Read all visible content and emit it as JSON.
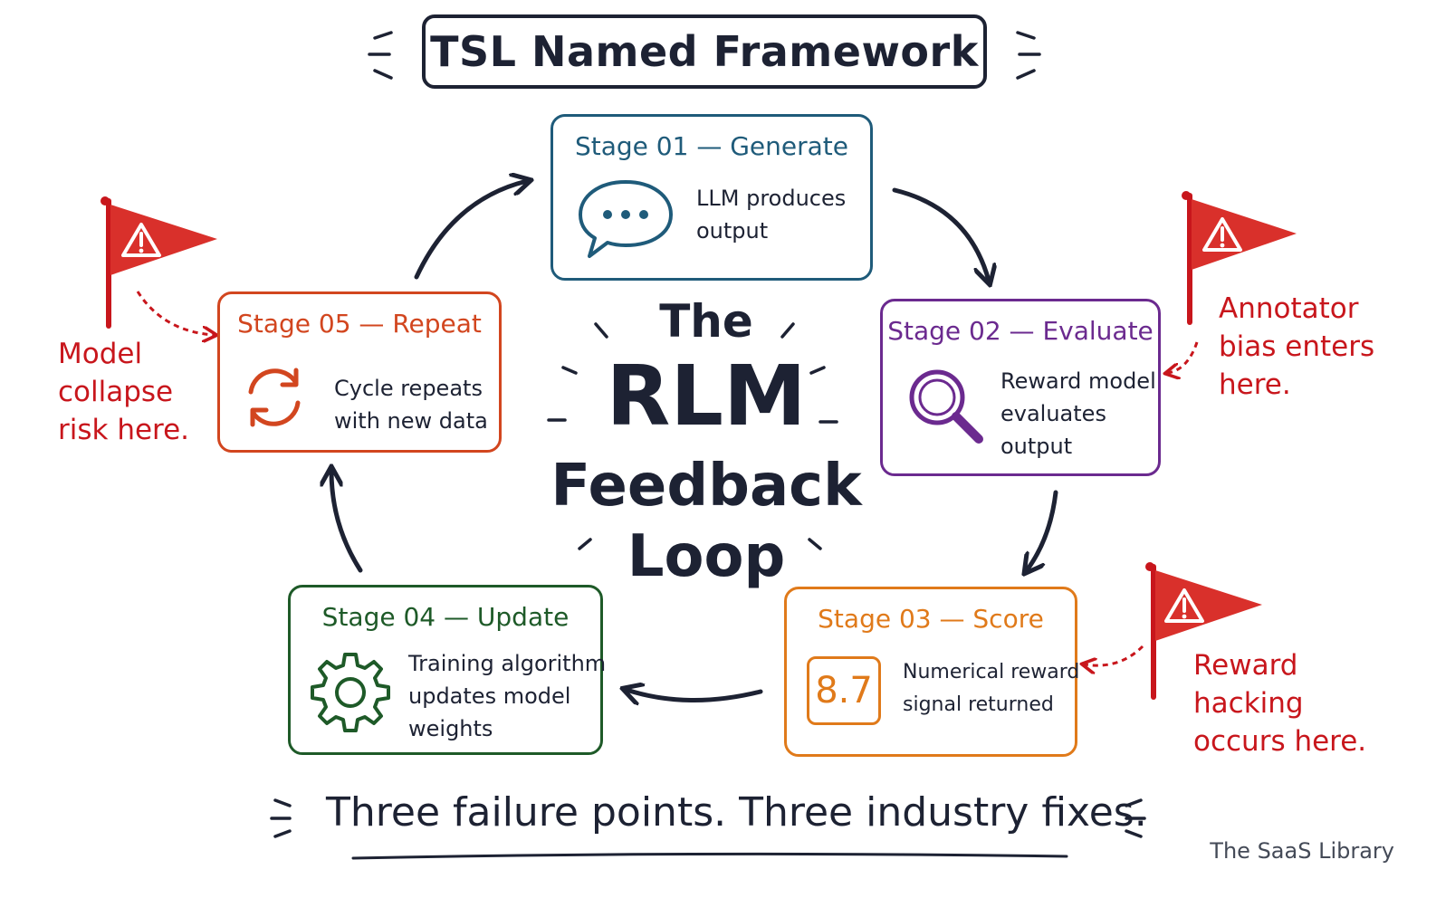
{
  "header": {
    "title": "TSL Named Framework"
  },
  "center": {
    "line1": "The",
    "line2": "RLM",
    "line3": "Feedback",
    "line4": "Loop"
  },
  "stages": [
    {
      "title": "Stage 01 — Generate",
      "text_lines": [
        "LLM produces",
        "output"
      ],
      "icon": "speech-bubble-icon",
      "color": "#1f5b7a"
    },
    {
      "title": "Stage 02 — Evaluate",
      "text_lines": [
        "Reward model",
        "evaluates",
        "output"
      ],
      "icon": "magnifier-icon",
      "color": "#6b2a8f"
    },
    {
      "title": "Stage 03 — Score",
      "text_lines": [
        "Numerical reward",
        "signal returned"
      ],
      "icon_text": "8.7",
      "color": "#e07a1a"
    },
    {
      "title": "Stage 04 — Update",
      "text_lines": [
        "Training algorithm",
        "updates model",
        "weights"
      ],
      "icon": "gear-icon",
      "color": "#1e5a28"
    },
    {
      "title": "Stage 05 — Repeat",
      "text_lines": [
        "Cycle repeats",
        "with new data"
      ],
      "icon": "cycle-arrows-icon",
      "color": "#d2461f"
    }
  ],
  "risks": [
    {
      "text": "Model\ncollapse\nrisk here.",
      "icon": "warning-flag-icon"
    },
    {
      "text": "Annotator\nbias enters\nhere.",
      "icon": "warning-flag-icon"
    },
    {
      "text": "Reward\nhacking\noccurs here.",
      "icon": "warning-flag-icon"
    }
  ],
  "footer": {
    "tagline": "Three failure points. Three industry fixes.",
    "brand": "The SaaS Library"
  },
  "colors": {
    "ink": "#1d2233",
    "risk_red": "#c8161c",
    "flag_red": "#d9302b"
  }
}
